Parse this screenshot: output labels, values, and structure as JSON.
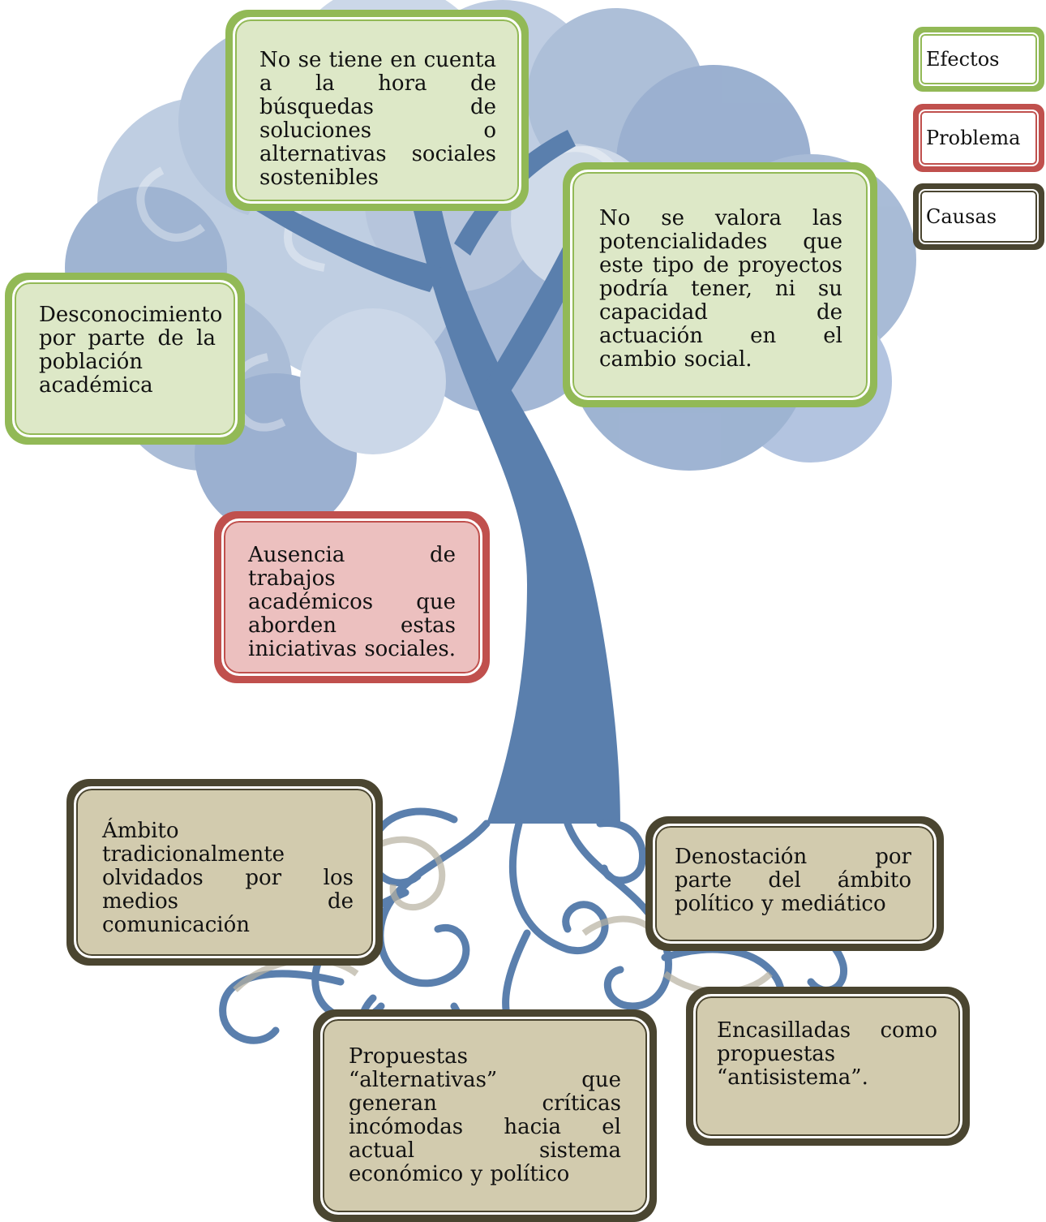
{
  "legend": {
    "effects": "Efectos",
    "problem": "Problema",
    "causes": "Causas"
  },
  "effects": {
    "top": "No se tiene en cuenta a la hora de búsquedas de soluciones o alternativas sociales sostenibles",
    "right": "No se valora las potencialidades que este tipo de proyectos podría tener, ni su capacidad de actuación en el cambio social.",
    "left": "Desconocimiento por parte de la población académica"
  },
  "problem": {
    "main": "Ausencia de trabajos académicos que aborden estas iniciativas sociales."
  },
  "causes": {
    "media": "Ámbito tradicionalmente olvidados por los medios de comunicación",
    "political": "Denostación por parte del ámbito político y mediático",
    "alternatives": "Propuestas “alternativas” que generan críticas incómodas hacia el actual sistema económico y político",
    "antisystem": "Encasilladas como propuestas “antisistema”."
  },
  "colors": {
    "effects_border": "#92b956",
    "effects_fill": "#dde8c7",
    "problem_border": "#c0504d",
    "problem_fill": "#ecc0bf",
    "causes_border": "#4a4530",
    "causes_fill": "#d2cbae",
    "tree": "#5a7fad",
    "canopy": "#a9bcd6"
  }
}
